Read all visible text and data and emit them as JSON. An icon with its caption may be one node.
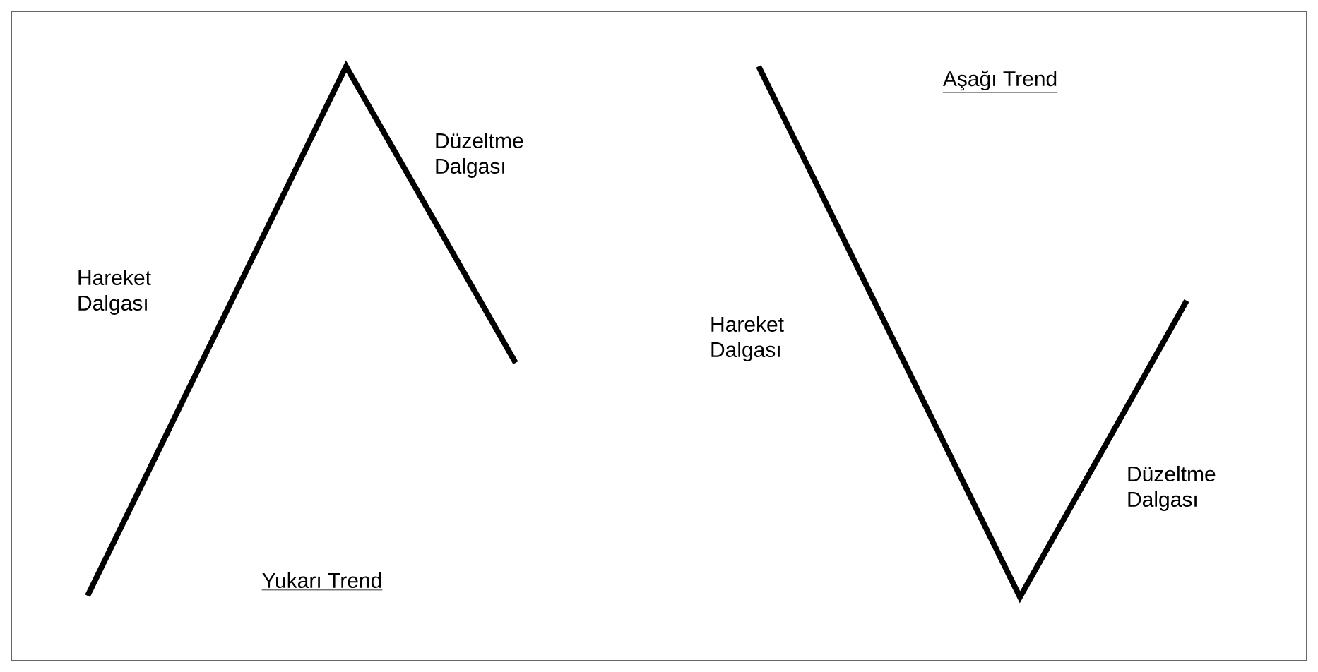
{
  "diagram": {
    "labels": [
      "Aşağı Trend",
      "Düzeltme Dalgası",
      "Hareket Dalgası",
      "Hareket Dalgası",
      "Düzeltme Dalgası",
      "Yukarı Trend"
    ]
  }
}
